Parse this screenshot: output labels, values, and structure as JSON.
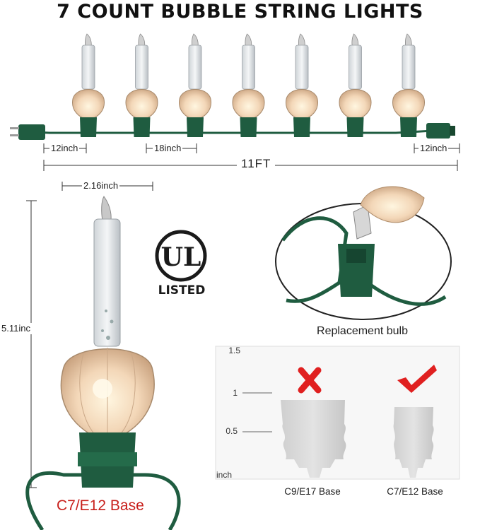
{
  "title": "7 COUNT BUBBLE STRING LIGHTS",
  "string": {
    "bulb_count": 7,
    "end_spacing_label": "12inch",
    "bulb_spacing_label": "18inch",
    "end_spacing_right_label": "12inch",
    "total_length_label": "11FT"
  },
  "bulb": {
    "width_label": "2.16inch",
    "height_label": "5.11inc"
  },
  "certification": {
    "ul_letters": "UL",
    "listed_label": "LISTED"
  },
  "replacement": {
    "label": "Replacement bulb"
  },
  "comparison_chart": {
    "unit": "inch",
    "ticks": [
      "1.5",
      "1",
      "0.5"
    ],
    "bases": [
      {
        "label": "C9/E17 Base",
        "compatible": false
      },
      {
        "label": "C7/E12 Base",
        "compatible": true
      }
    ]
  },
  "base_type_label": "C7/E12 Base",
  "colors": {
    "wire_green": "#1f5c40",
    "cross_red": "#e02020",
    "label_red": "#c8201c",
    "bulb_glow": "#f3d7b8"
  }
}
